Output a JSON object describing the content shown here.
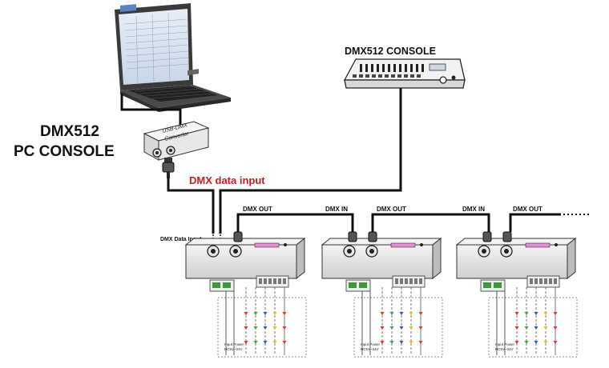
{
  "labels": {
    "pc_console_line1": "DMX512",
    "pc_console_line2": "PC CONSOLE",
    "dmx_console": "DMX512 CONSOLE",
    "dmx_data_input": "DMX data input",
    "dmx_data_input_small": "DMX Data Input",
    "converter_line1": "USB-DMX",
    "converter_line2": "Converter",
    "dmx_out": "DMX OUT",
    "dmx_in": "DMX IN",
    "input_power": "Input Power",
    "power_range": "DC5V~24V"
  },
  "colors": {
    "cable": "#111111",
    "accent_red": "#d01a1a",
    "decoder_label_pink": "#e98bd8",
    "terminal_green": "#3a9a3a",
    "led_red": "#e53030",
    "led_green": "#2ea84a",
    "led_blue": "#2c56d6",
    "led_yellow": "#e0c020"
  }
}
